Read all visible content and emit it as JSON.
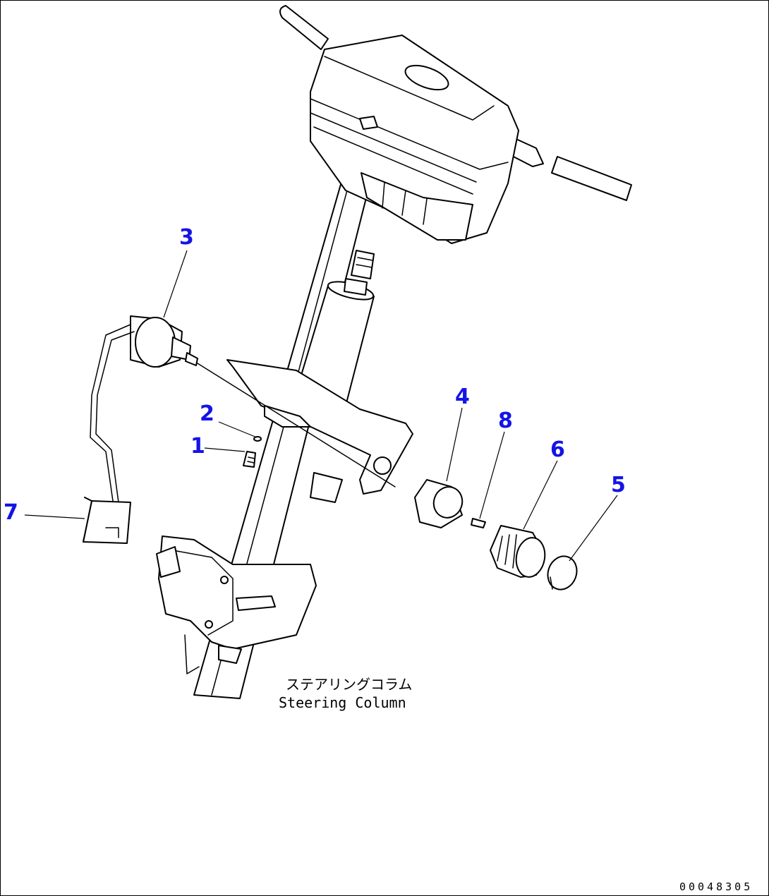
{
  "callouts": [
    {
      "id": "1",
      "label": "1"
    },
    {
      "id": "2",
      "label": "2"
    },
    {
      "id": "3",
      "label": "3"
    },
    {
      "id": "4",
      "label": "4"
    },
    {
      "id": "5",
      "label": "5"
    },
    {
      "id": "6",
      "label": "6"
    },
    {
      "id": "7",
      "label": "7"
    },
    {
      "id": "8",
      "label": "8"
    }
  ],
  "caption": {
    "japanese": "ステアリングコラム",
    "english": "Steering Column"
  },
  "document_number": "00048305",
  "colors": {
    "callout": "#1414e6",
    "line": "#000000",
    "background": "#ffffff"
  }
}
